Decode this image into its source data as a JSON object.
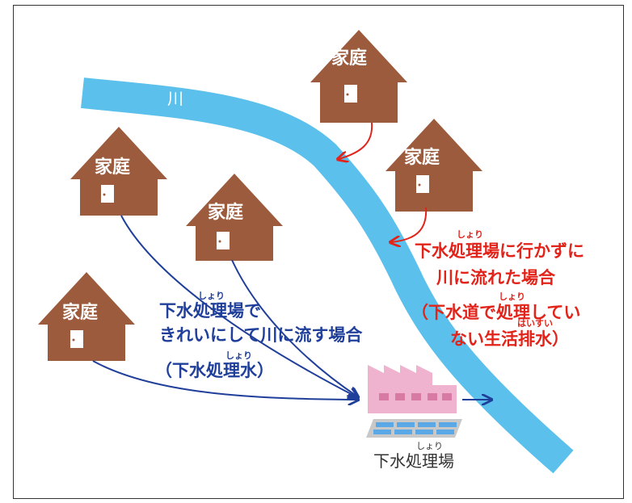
{
  "river_label": "川",
  "house_label": "家庭",
  "factory_label": "下水処理場",
  "factory_ruby": "しょり",
  "blue_caption": {
    "line1": "下水処理場で",
    "line1_ruby": "しょり",
    "line2": "きれいにして川に流す場合",
    "line3": "（下水処理水）",
    "line3_ruby": "しょり"
  },
  "red_caption": {
    "line1": "下水処理場に行かずに",
    "line1_ruby": "しょり",
    "line2": "川に流れた場合",
    "line3": "（下水道で処理してい",
    "line3_ruby": "しょり",
    "line4": "ない生活排水）",
    "line4_ruby": "はいすい"
  },
  "colors": {
    "river": "#5bc0eb",
    "house": "#9c5b3c",
    "blue_text": "#1f3f9a",
    "red_text": "#e2231a",
    "factory": "#f0b3cf",
    "factory_window": "#d77aa4"
  }
}
